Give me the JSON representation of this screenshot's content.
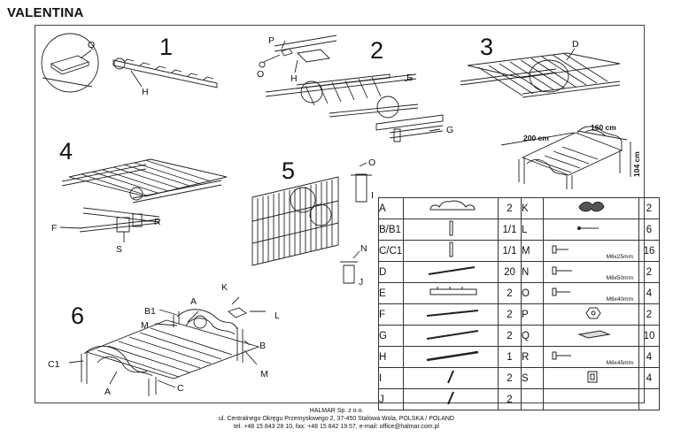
{
  "document": {
    "title": "VALENTINA"
  },
  "steps": [
    "1",
    "2",
    "3",
    "4",
    "5",
    "6"
  ],
  "callouts": {
    "s1": [
      "Q",
      "H"
    ],
    "s2": [
      "P",
      "O",
      "H",
      "E",
      "G"
    ],
    "s3": [
      "D"
    ],
    "s4": [
      "F",
      "R",
      "S"
    ],
    "s5": [
      "O",
      "I",
      "N",
      "J"
    ],
    "s6": [
      "K",
      "L",
      "A",
      "B1",
      "M",
      "B",
      "M",
      "C1",
      "A",
      "C"
    ]
  },
  "dimensions": {
    "length": "200 cm",
    "width": "160 cm",
    "height": "104 cm"
  },
  "parts_left": [
    {
      "letter": "A",
      "qty": "2"
    },
    {
      "letter": "B/B1",
      "qty": "1/1"
    },
    {
      "letter": "C/C1",
      "qty": "1/1"
    },
    {
      "letter": "D",
      "qty": "20"
    },
    {
      "letter": "E",
      "qty": "2"
    },
    {
      "letter": "F",
      "qty": "2"
    },
    {
      "letter": "G",
      "qty": "2"
    },
    {
      "letter": "H",
      "qty": "1"
    },
    {
      "letter": "I",
      "qty": "2"
    },
    {
      "letter": "J",
      "qty": "2"
    }
  ],
  "parts_right": [
    {
      "letter": "K",
      "qty": "2",
      "size": ""
    },
    {
      "letter": "L",
      "qty": "6",
      "size": ""
    },
    {
      "letter": "M",
      "qty": "16",
      "size": "M6x25mm"
    },
    {
      "letter": "N",
      "qty": "2",
      "size": "M6x50mm"
    },
    {
      "letter": "O",
      "qty": "4",
      "size": "M6x40mm"
    },
    {
      "letter": "P",
      "qty": "2",
      "size": ""
    },
    {
      "letter": "Q",
      "qty": "10",
      "size": ""
    },
    {
      "letter": "R",
      "qty": "4",
      "size": "M6x45mm"
    },
    {
      "letter": "S",
      "qty": "4",
      "size": ""
    },
    {
      "letter": "",
      "qty": "",
      "size": ""
    }
  ],
  "footer": {
    "line1": "HALMAR Sp. z o.o.",
    "line2": "ul. Centralnego Okręgu Przemysłowego 2, 37-450 Stalowa Wola, POLSKA / POLAND",
    "line3": "tel. +48 15 843 28 10, fax: +48 15 842 19 57, e-mail: office@halmar.com.pl"
  }
}
